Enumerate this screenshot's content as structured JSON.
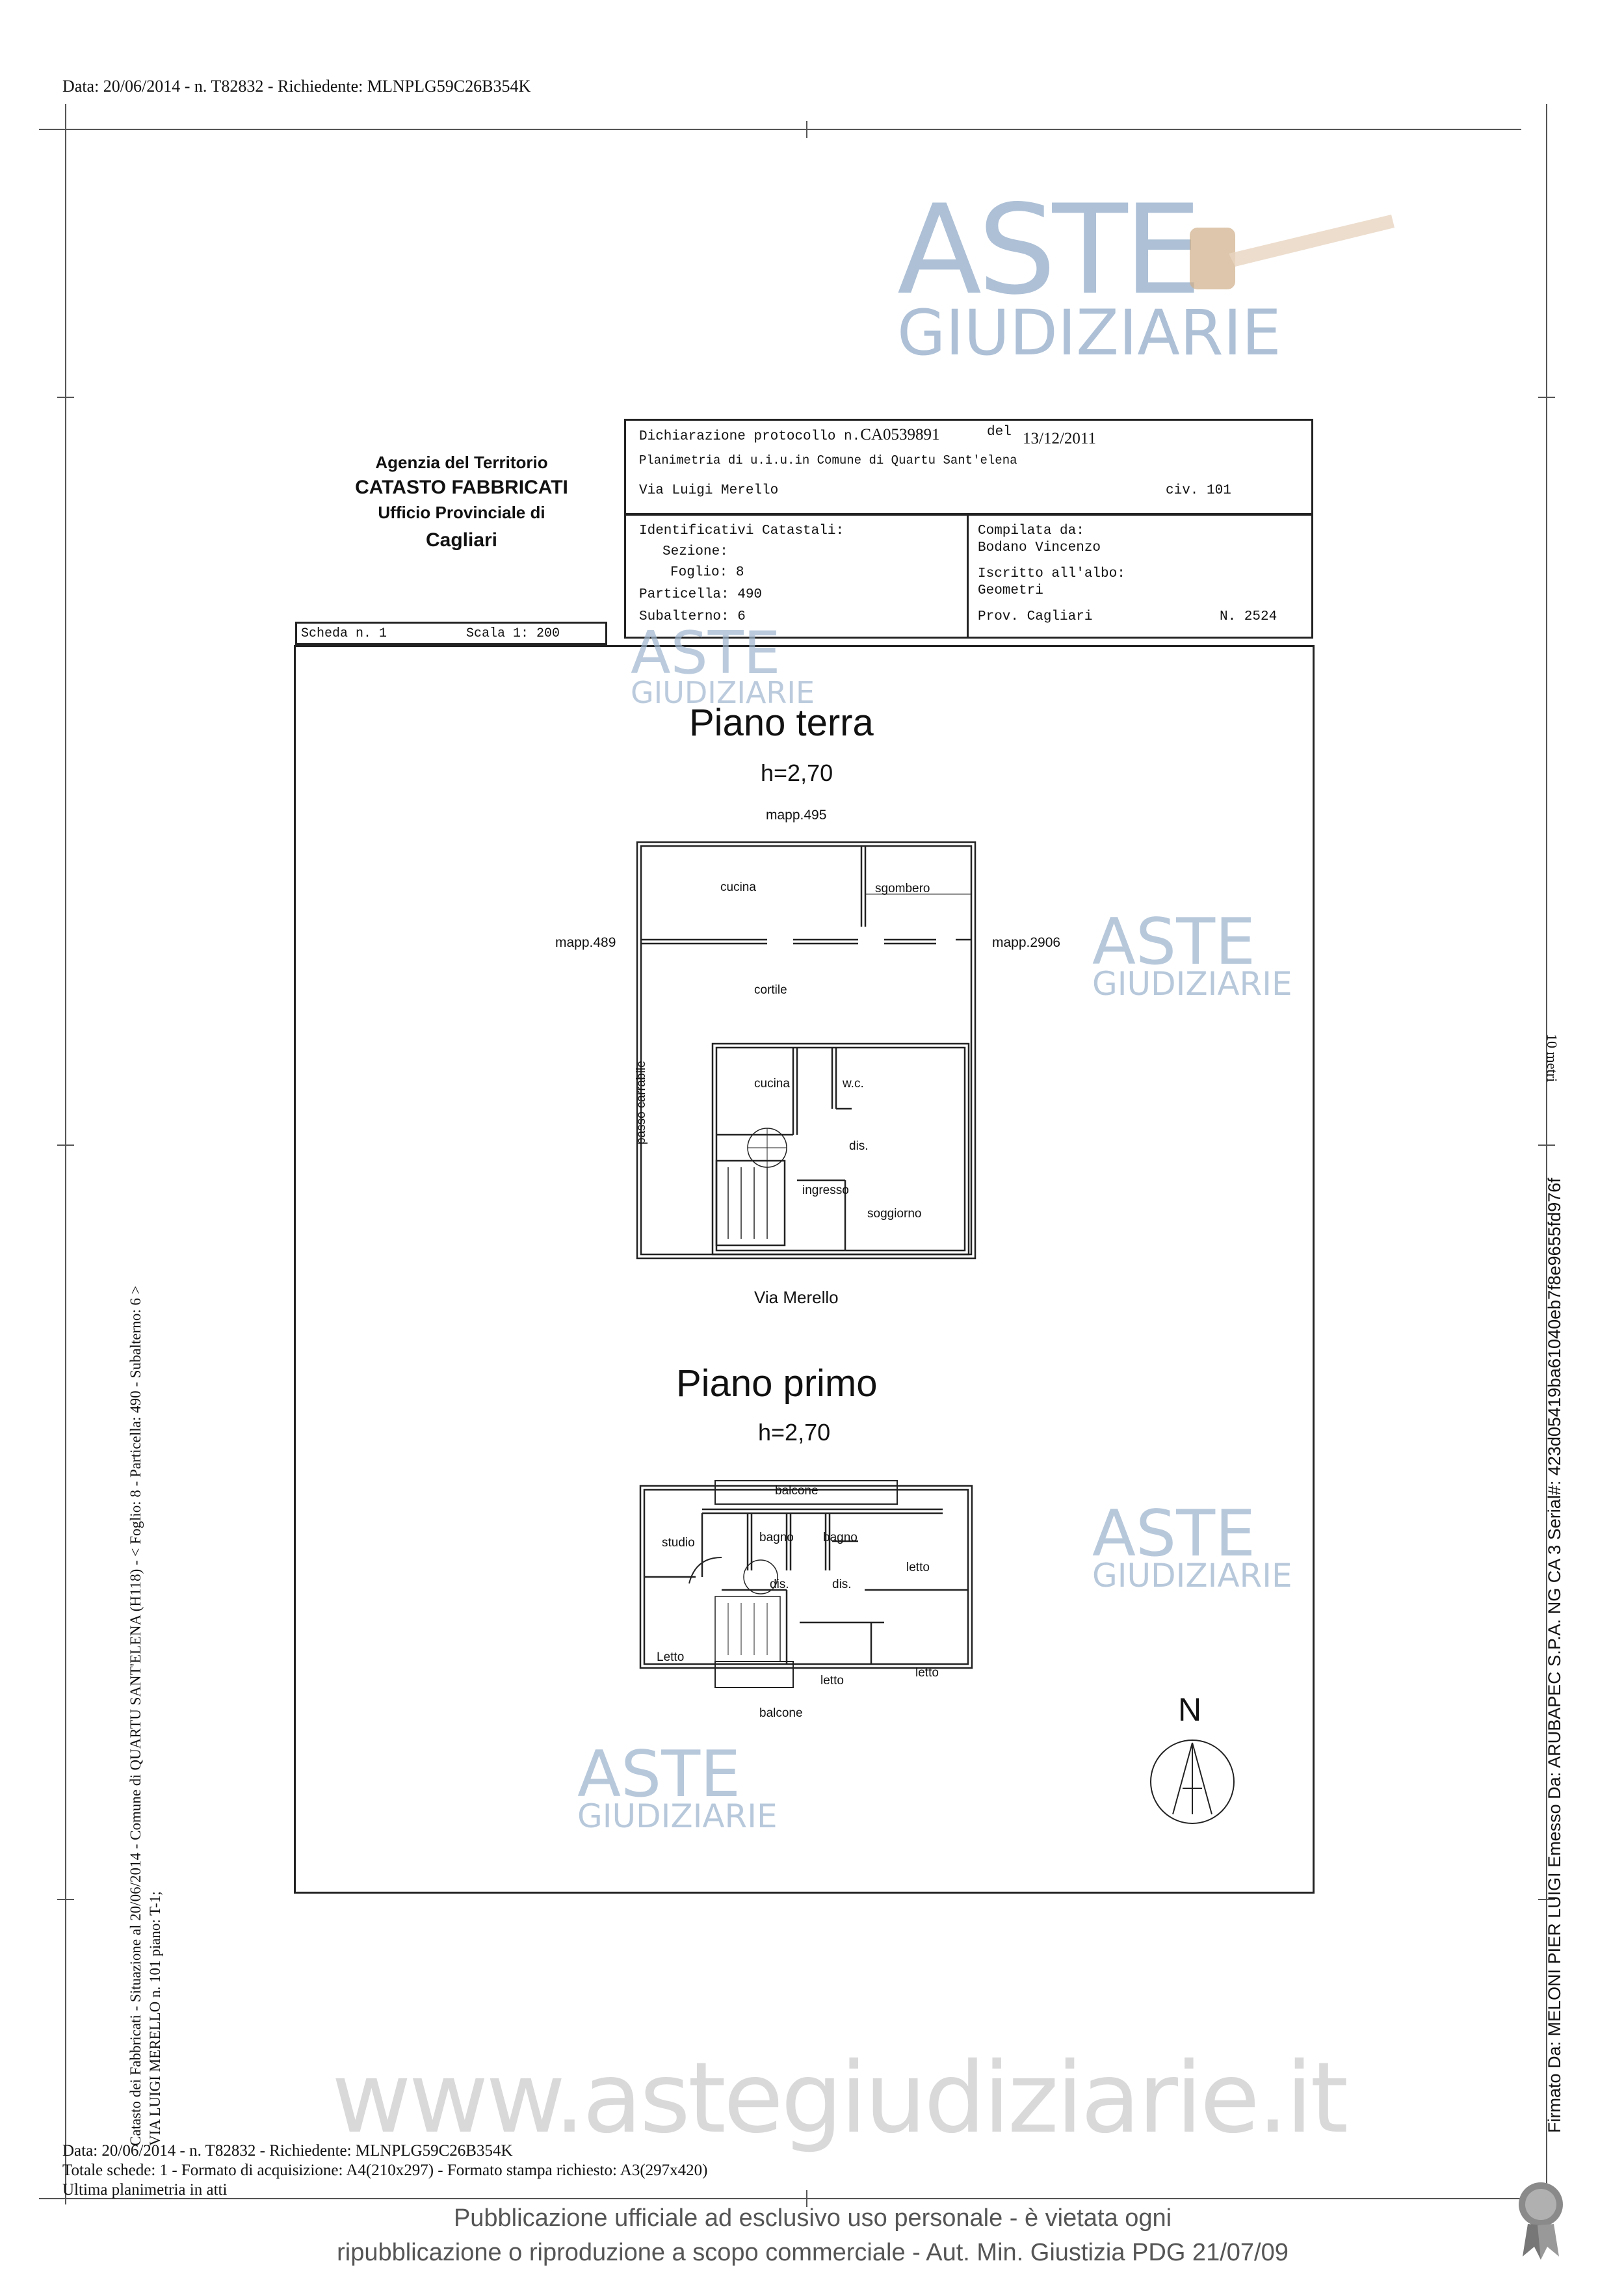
{
  "header_line": "Data: 20/06/2014 - n. T82832 - Richiedente: MLNPLG59C26B354K",
  "agency": {
    "line1": "Agenzia del Territorio",
    "line2": "CATASTO FABBRICATI",
    "line3": "Ufficio Provinciale di",
    "line4": "Cagliari"
  },
  "declaration": {
    "protocol_label": "Dichiarazione protocollo n.",
    "protocol_no": "CA0539891",
    "del_label": "del",
    "date": "13/12/2011",
    "planimetria": "Planimetria di u.i.u.in Comune di Quartu Sant'elena",
    "address": "Via Luigi Merello",
    "civ": "civ. 101"
  },
  "identifiers": {
    "title": "Identificativi Catastali:",
    "sezione": "Sezione:",
    "foglio": "Foglio: 8",
    "particella": "Particella: 490",
    "subalterno": "Subalterno: 6"
  },
  "compiler": {
    "compilata": "Compilata da:",
    "name": "Bodano Vincenzo",
    "iscritto": "Iscritto all'albo:",
    "albo": "Geometri",
    "prov": "Prov. Cagliari",
    "number": "N.  2524"
  },
  "scheda": {
    "scheda": "Scheda n. 1",
    "scala": "Scala 1: 200"
  },
  "ground_floor": {
    "title": "Piano terra",
    "height": "h=2,70",
    "north_neighbor": "mapp.495",
    "west_neighbor": "mapp.489",
    "east_neighbor": "mapp.2906",
    "street": "Via Merello",
    "rooms": {
      "cucina_top": "cucina",
      "sgombero": "sgombero",
      "cortile": "cortile",
      "passo": "passo carrabile",
      "cucina": "cucina",
      "wc": "w.c.",
      "dis": "dis.",
      "ingresso": "ingresso",
      "soggiorno": "soggiorno"
    }
  },
  "first_floor": {
    "title": "Piano primo",
    "height": "h=2,70",
    "rooms": {
      "balcone_top": "balcone",
      "studio": "studio",
      "bagno1": "bagno",
      "bagno2": "bagno",
      "letto_right": "letto",
      "dis1": "dis.",
      "dis2": "dis.",
      "letto_left": "Letto",
      "letto_mid": "letto",
      "letto_right2": "letto",
      "balcone_bottom": "balcone"
    }
  },
  "north": "N",
  "scale_note": "10 metri",
  "left_margin": {
    "line1": "Catasto dei Fabbricati - Situazione al 20/06/2014 - Comune di QUARTU SANT'ELENA (H118) - < Foglio: 8 - Particella: 490 - Subalterno: 6 >",
    "line2": "VIA LUIGI MERELLO n. 101 piano: T-1;"
  },
  "right_margin": "Firmato Da: MELONI PIER LUIGI Emesso Da: ARUBAPEC S.P.A. NG CA 3 Serial#: 423d05419ba61040eb7f8e9655fd976f",
  "footer": {
    "line1": "Data: 20/06/2014 - n. T82832 - Richiedente: MLNPLG59C26B354K",
    "line2": "Totale schede: 1 - Formato di acquisizione: A4(210x297)  - Formato stampa richiesto: A3(297x420)",
    "line3": "Ultima planimetria in atti"
  },
  "watermarks": {
    "aste": "ASTE",
    "giudiziarie": "GIUDIZIARIE",
    "site": "www.astegiudiziarie.it"
  },
  "publication": {
    "line1": "Pubblicazione ufficiale ad esclusivo uso personale - è vietata ogni",
    "line2": "ripubblicazione o riproduzione a scopo commerciale - Aut. Min. Giustizia PDG 21/07/09"
  }
}
